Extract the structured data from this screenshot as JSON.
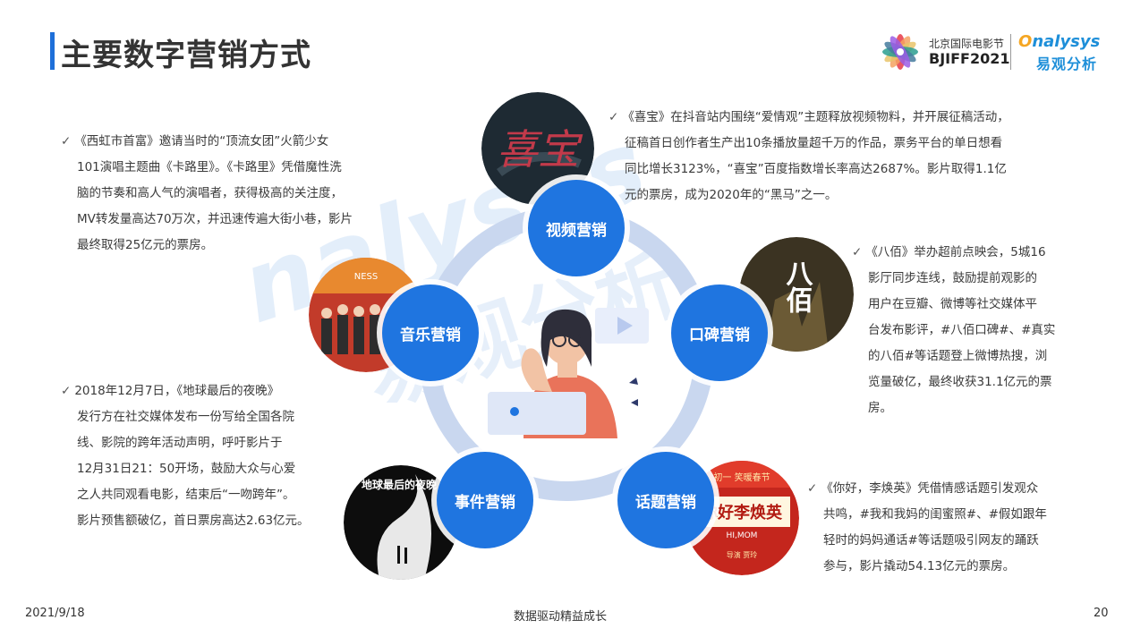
{
  "header": {
    "title": "主要数字营销方式",
    "festival_cn": "北京国际电影节",
    "festival_en": "BJIFF2021",
    "analysys_o": "O",
    "analysys_rest": "nalysys",
    "analysys_cn": "易观分析"
  },
  "watermark": {
    "text_en": "nalysys",
    "text_cn": "易观分析"
  },
  "hubs": {
    "video": "视频营销",
    "music": "音乐营销",
    "word_of_mouth": "口碑营销",
    "event": "事件营销",
    "topic": "话题营销"
  },
  "thumbs": {
    "xibao_title": "喜宝",
    "babai_title": "八佰",
    "lihuanying_top": "初一 笑暖春节",
    "lihuanying_title": "你好李焕英",
    "lihuanying_en": "HI,MOM",
    "lihuanying_credits": "导演 贾玲",
    "nightfall_title": "地球最后的夜晚",
    "concert_sign": "NESS"
  },
  "texts": {
    "check": "✓",
    "music": [
      "《西虹市首富》邀请当时的“顶流女团”火箭少女",
      "101演唱主题曲《卡路里》。《卡路里》凭借魔性洗",
      "脑的节奏和高人气的演唱者，获得极高的关注度，",
      "MV转发量高达70万次，并迅速传遍大街小巷，影片",
      "最终取得25亿元的票房。"
    ],
    "video": [
      "《喜宝》在抖音站内围绕“爱情观”主题释放视频物料，并开展征稿活动，",
      "征稿首日创作者生产出10条播放量超千万的作品，票务平台的单日想看",
      "同比增长3123%，“喜宝”百度指数增长率高达2687%。影片取得1.1亿",
      "元的票房，成为2020年的“黑马”之一。"
    ],
    "word_of_mouth": [
      "《八佰》举办超前点映会，5城16",
      "影厅同步连线，鼓励提前观影的",
      "用户在豆瓣、微博等社交媒体平",
      "台发布影评，#八佰口碑#、#真实",
      "的八佰#等话题登上微博热搜，浏",
      "览量破亿，最终收获31.1亿元的票",
      "房。"
    ],
    "event": [
      "2018年12月7日，《地球最后的夜晚》",
      "发行方在社交媒体发布一份写给全国各院",
      "线、影院的跨年活动声明，呼吁影片于",
      "12月31日21：50开场，鼓励大众与心爱",
      "之人共同观看电影，结束后“一吻跨年”。",
      "影片预售额破亿，首日票房高达2.63亿元。"
    ],
    "topic": [
      "《你好，李焕英》凭借情感话题引发观众",
      "共鸣，#我和我妈的闺蜜照#、#假如跟年",
      "轻时的妈妈通话#等话题吸引网友的踊跃",
      "参与，影片撬动54.13亿元的票房。"
    ]
  },
  "footer": {
    "date": "2021/9/18",
    "slogan": "数据驱动精益成长",
    "page": "20"
  },
  "colors": {
    "hub_blue": "#1f75e0",
    "ring": "#c9d7ef",
    "title_bar": "#1e6fd9",
    "analysys_blue": "#1e8fd9",
    "analysys_orange": "#f5a623"
  }
}
